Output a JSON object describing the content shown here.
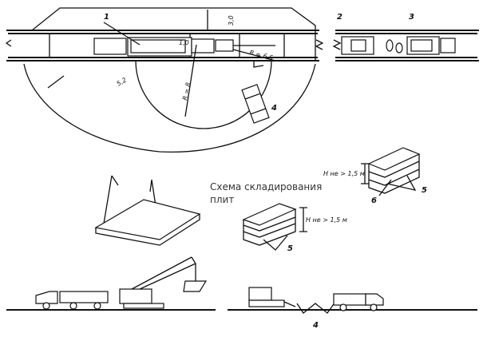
{
  "labels": {
    "n1": "1",
    "n2": "2",
    "n3": "3",
    "n4": "4",
    "n5a": "5",
    "n5b": "5",
    "n6": "6",
    "n4b": "4"
  },
  "dimensions": {
    "offset_top": "3,0",
    "gap": "1,0",
    "radius_small": "R = 6,5",
    "radius_large": "R = 8",
    "zone_width": "5,2",
    "stack_height_1": "H не > 1,5 м",
    "stack_height_2": "H не > 1,5 м"
  },
  "caption": {
    "line1": "Схема складирования",
    "line2": "плит"
  }
}
